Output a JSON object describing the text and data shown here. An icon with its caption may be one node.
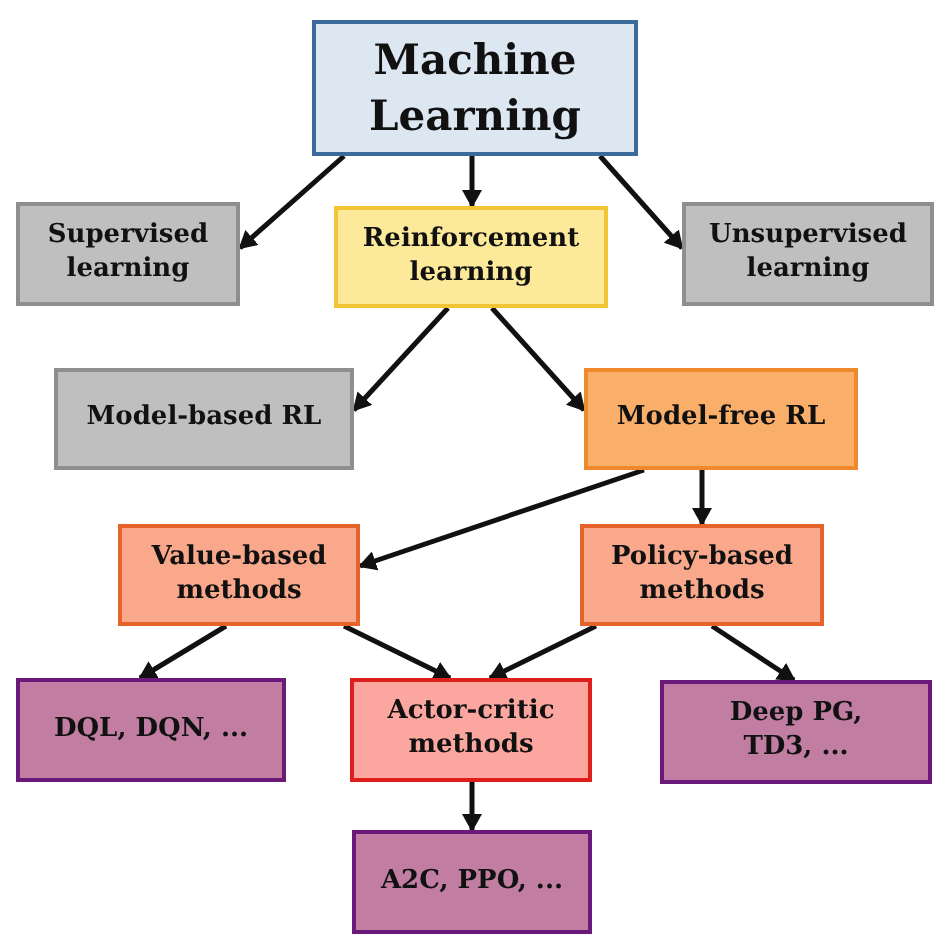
{
  "diagram": {
    "nodes": [
      {
        "text": [
          "Machine Learning"
        ]
      },
      {
        "text": [
          "Supervised learning"
        ]
      },
      {
        "text": [
          "Reinforcement learning"
        ]
      },
      {
        "text": [
          "Unsupervised learning"
        ]
      },
      {
        "text": [
          "Model-based RL"
        ]
      },
      {
        "text": [
          "Model-free RL"
        ]
      },
      {
        "text": [
          "Value-based methods"
        ]
      },
      {
        "text": [
          "Policy-based methods"
        ]
      },
      {
        "text": [
          "DQL, DQN, ..."
        ]
      },
      {
        "text": [
          "Actor-critic methods"
        ]
      },
      {
        "text": [
          "Deep PG, TD3, ..."
        ]
      },
      {
        "text": [
          "A2C, PPO, ..."
        ]
      }
    ],
    "edges": [
      {
        "from": 0,
        "to": 1,
        "arrow": "to"
      },
      {
        "from": 0,
        "to": 2,
        "arrow": "to"
      },
      {
        "from": 0,
        "to": 3,
        "arrow": "to"
      },
      {
        "from": 2,
        "to": 4,
        "arrow": "to"
      },
      {
        "from": 2,
        "to": 5,
        "arrow": "to"
      },
      {
        "from": 5,
        "to": 6,
        "arrow": "to"
      },
      {
        "from": 5,
        "to": 7,
        "arrow": "to"
      },
      {
        "from": 6,
        "to": 8,
        "arrow": "to"
      },
      {
        "from": 6,
        "to": 9,
        "arrow": "to"
      },
      {
        "from": 7,
        "to": 9,
        "arrow": "to"
      },
      {
        "from": 7,
        "to": 10,
        "arrow": "to"
      },
      {
        "from": 9,
        "to": 11,
        "arrow": "to"
      }
    ]
  }
}
